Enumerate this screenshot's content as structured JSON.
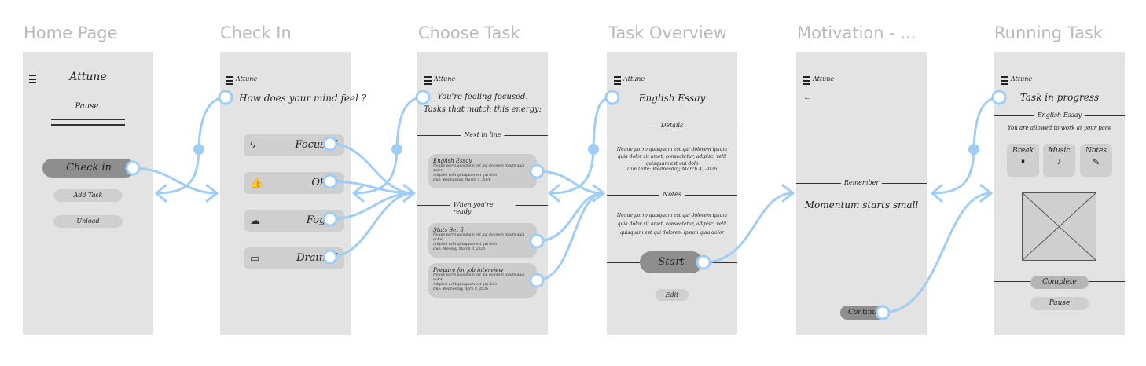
{
  "frames": [
    {
      "id": "home",
      "title": "Home Page"
    },
    {
      "id": "checkin",
      "title": "Check In"
    },
    {
      "id": "choose",
      "title": "Choose Task"
    },
    {
      "id": "overview",
      "title": "Task Overview"
    },
    {
      "id": "motivation",
      "title": "Motivation - ..."
    },
    {
      "id": "running",
      "title": "Running Task"
    }
  ],
  "home": {
    "app_name": "Attune",
    "subtitle": "Pause.",
    "checkin_button": "Check in",
    "add_task_button": "Add Task",
    "unload_button": "Unload"
  },
  "checkin": {
    "app_name": "Attune",
    "question": "How does your mind feel ?",
    "moods": [
      {
        "label": "Focused",
        "icon": "lightning-icon",
        "glyph": "ϟ"
      },
      {
        "label": "Okay",
        "icon": "thumbs-up-icon",
        "glyph": "👍"
      },
      {
        "label": "Foggy",
        "icon": "cloud-icon",
        "glyph": "☁"
      },
      {
        "label": "Drained",
        "icon": "battery-icon",
        "glyph": "▭"
      }
    ]
  },
  "choose": {
    "app_name": "Attune",
    "heading_line1": "You're feeling focused.",
    "heading_line2": "Tasks that match this energy:",
    "section_next": "Next in line",
    "section_ready": "When you're ready",
    "tasks": [
      {
        "title": "English Essay",
        "lines": [
          "Neque porro quisquam est qui dolorem ipsum quia dolor",
          "Adipisci velit quisquam est qui dolo"
        ],
        "due": "Due: Wednesday, March 4, 2026"
      },
      {
        "title": "Stats Set 5",
        "lines": [
          "Neque porro quisquam est qui dolorem ipsum quia dolor",
          "Adipisci velit quisquam est qui dolo"
        ],
        "due": "Due: Monday, March 9, 2026"
      },
      {
        "title": "Prepare for job interview",
        "lines": [
          "Neque porro quisquam est qui dolorem ipsum quia dolor",
          "Adipisci velit quisquam est qui dolo"
        ],
        "due": "Due: Wednesday, April 8, 2026"
      }
    ]
  },
  "overview": {
    "app_name": "Attune",
    "task_title": "English Essay",
    "details_label": "Details",
    "details_text": "Neque porro quisquam est qui dolorem ipsum quia dolor sit amet, consectetur, adipisci velit quisquam est qui dolo",
    "due_text": "Due Date: Wednesday, March 4, 2026",
    "notes_label": "Notes",
    "notes_text": "Neque porro quisquam est qui dolorem ipsum quia dolor sit amet, consectetur, adipisci velit quisquam est qui dolorem ipsum quia dolor",
    "start_button": "Start",
    "edit_button": "Edit"
  },
  "motivation": {
    "app_name": "Attune",
    "back_glyph": "←",
    "remember_label": "Remember",
    "message": "Momentum starts small",
    "continue_button": "Continue"
  },
  "running": {
    "app_name": "Attune",
    "heading": "Task in progress",
    "task_label": "English Essay",
    "note": "You are allowed to work at your pace",
    "tiles": [
      {
        "label": "Break",
        "icon": "pause-circle-icon",
        "glyph": "⏸"
      },
      {
        "label": "Music",
        "icon": "music-note-icon",
        "glyph": "♪"
      },
      {
        "label": "Notes",
        "icon": "pen-icon",
        "glyph": "✎"
      }
    ],
    "complete_button": "Complete",
    "pause_button": "Pause"
  },
  "colors": {
    "frame": "#e3e3e3",
    "flow": "#9fcdf5",
    "title": "#b9b9b9",
    "dark_button": "#8e8e8e",
    "pill": "#cfcfcf"
  }
}
